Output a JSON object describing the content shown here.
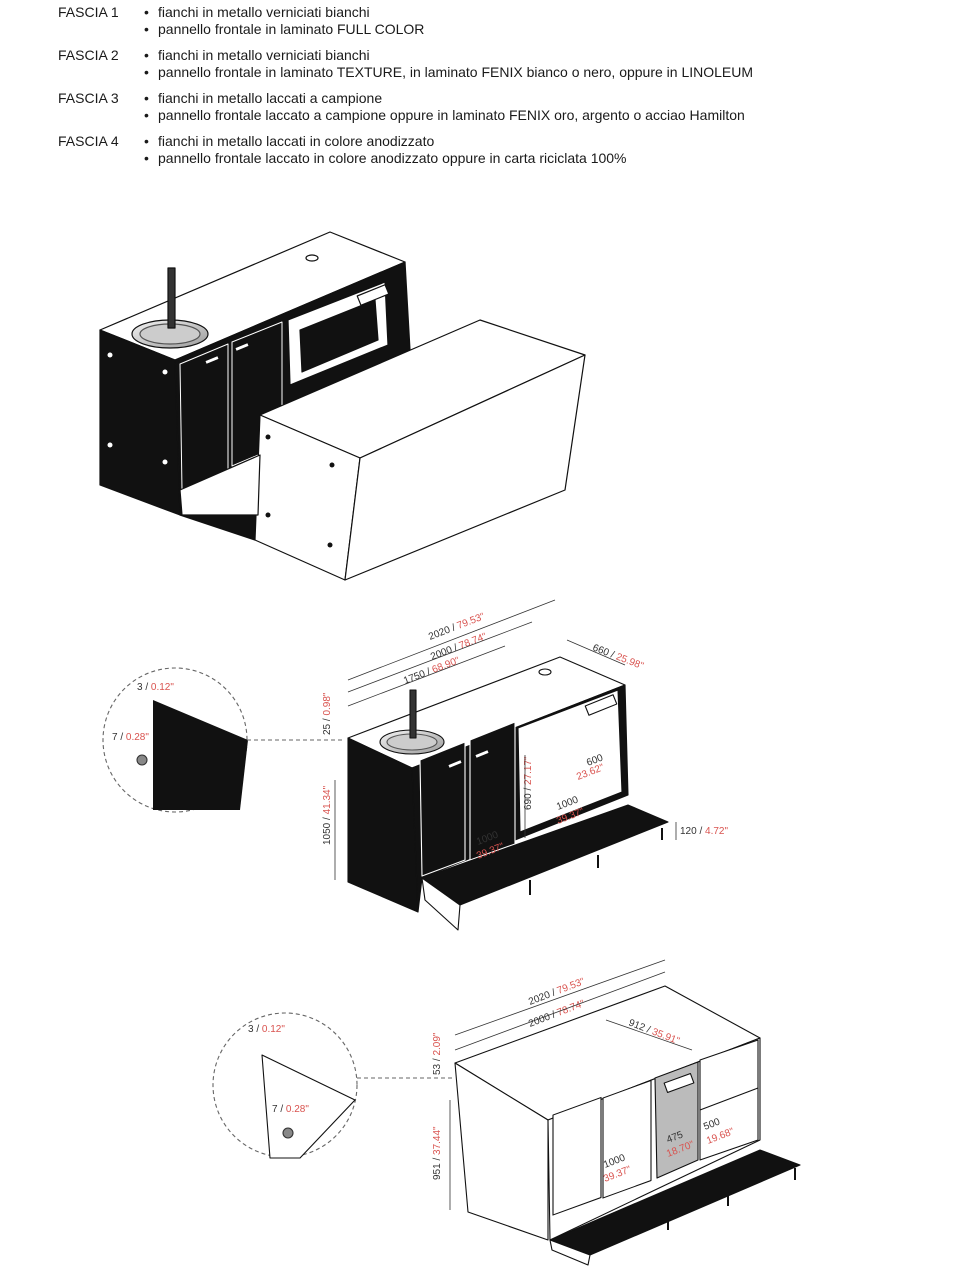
{
  "legend": {
    "fasce": [
      {
        "label": "FASCIA 1",
        "items": [
          "fianchi in metallo verniciati bianchi",
          "pannello frontale in laminato FULL COLOR"
        ]
      },
      {
        "label": "FASCIA 2",
        "items": [
          "fianchi in metallo verniciati bianchi",
          "pannello frontale in laminato TEXTURE, in laminato FENIX bianco o nero, oppure in LINOLEUM"
        ]
      },
      {
        "label": "FASCIA 3",
        "items": [
          "fianchi in metallo laccati a campione",
          "pannello frontale laccato a campione oppure in laminato FENIX oro, argento o acciao Hamilton"
        ]
      },
      {
        "label": "FASCIA 4",
        "items": [
          "fianchi in metallo laccati in colore anodizzato",
          "pannello frontale laccato in colore anodizzato oppure in carta riciclata 100%"
        ]
      }
    ]
  },
  "drawing2": {
    "dims": {
      "w2020": {
        "mm": "2020 / ",
        "in": "79.53\""
      },
      "w2000": {
        "mm": "2000 / ",
        "in": "78.74\""
      },
      "w1750": {
        "mm": "1750 / ",
        "in": "68.90\""
      },
      "d660": {
        "mm": "660 / ",
        "in": "25.98\""
      },
      "t25": {
        "mm": "25 / ",
        "in": "0.98\""
      },
      "h1050": {
        "mm": "1050 / ",
        "in": "41.34\""
      },
      "h690": {
        "mm": "690 / ",
        "in": "27.17\""
      },
      "d600": {
        "mm": "600",
        "in": "23.62\""
      },
      "w1000a": {
        "mm": "1000",
        "in": "39.37\""
      },
      "w1000b": {
        "mm": "1000",
        "in": "39.37\""
      },
      "h120": {
        "mm": "120 / ",
        "in": "4.72\""
      }
    },
    "detail": {
      "r3": {
        "mm": "3 / ",
        "in": "0.12\""
      },
      "r7": {
        "mm": "7 / ",
        "in": "0.28\""
      }
    }
  },
  "drawing3": {
    "dims": {
      "w2020": {
        "mm": "2020 / ",
        "in": "79.53\""
      },
      "w2000": {
        "mm": "2000 / ",
        "in": "78.74\""
      },
      "w912": {
        "mm": "912 / ",
        "in": "35.91\""
      },
      "t53": {
        "mm": "53 / ",
        "in": "2.09\""
      },
      "h951": {
        "mm": "951 / ",
        "in": "37.44\""
      },
      "w475": {
        "mm": "475",
        "in": "18.70\""
      },
      "d500": {
        "mm": "500",
        "in": "19.68\""
      },
      "w1000": {
        "mm": "1000",
        "in": "39.37\""
      }
    },
    "detail": {
      "r3": {
        "mm": "3 / ",
        "in": "0.12\""
      },
      "r7": {
        "mm": "7 / ",
        "in": "0.28\""
      }
    }
  },
  "colors": {
    "accent": "#d9534f",
    "ink": "#111111"
  }
}
